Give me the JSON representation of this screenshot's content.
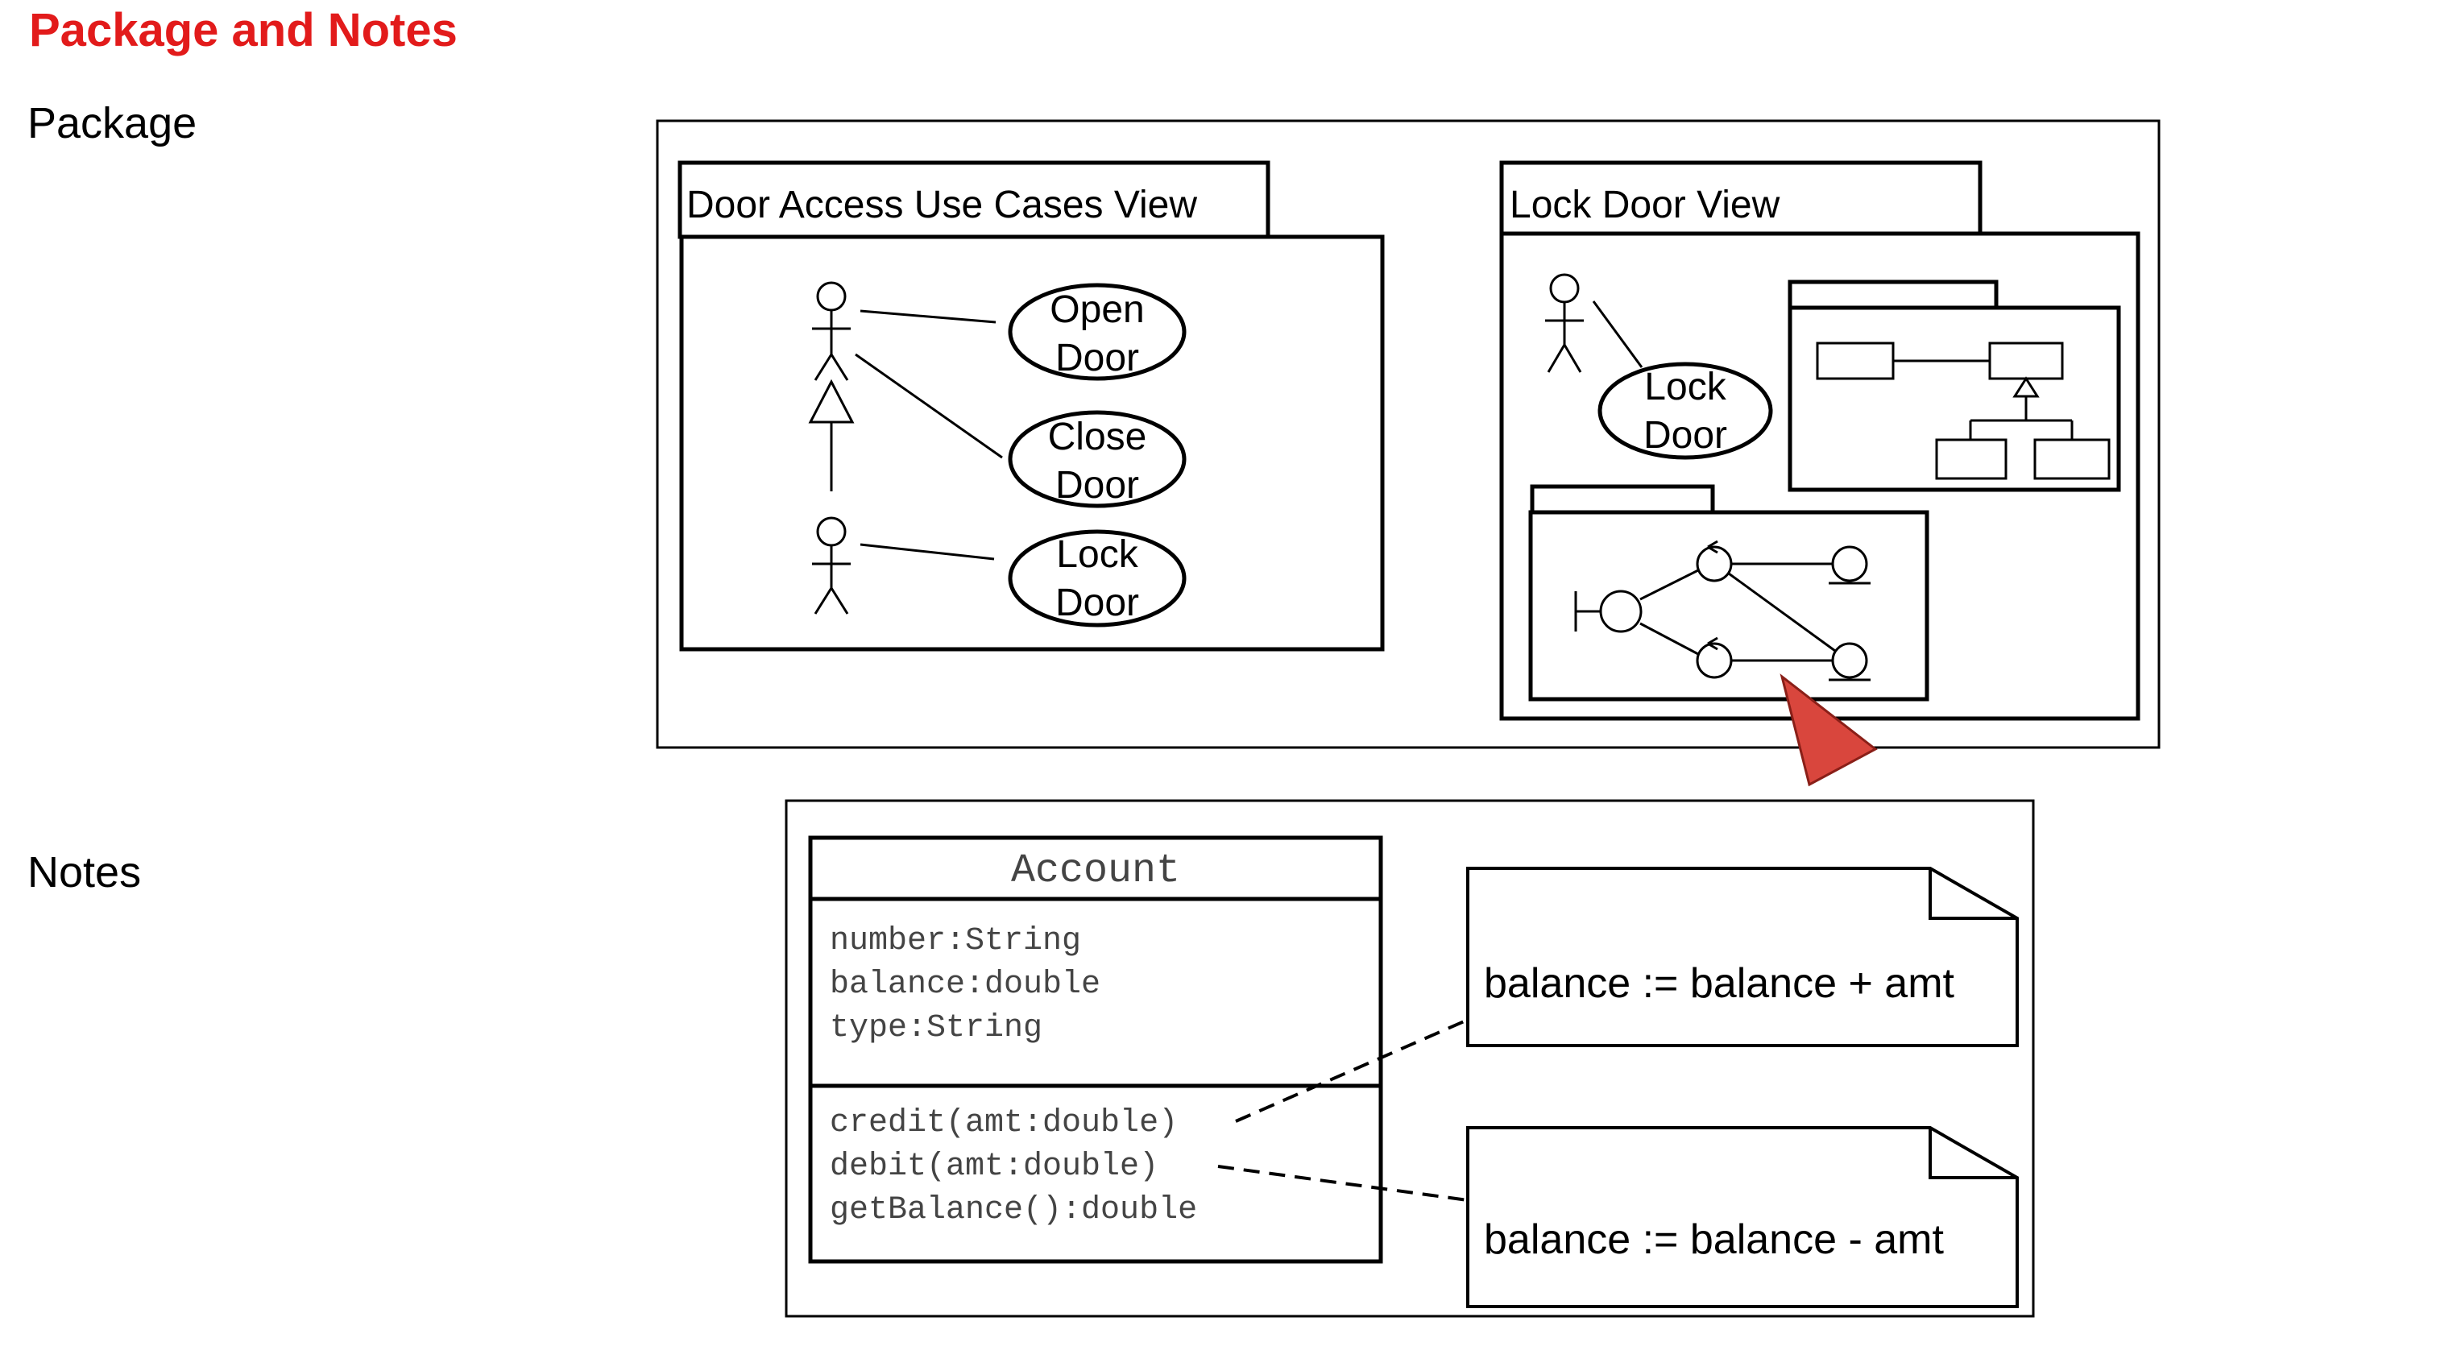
{
  "page": {
    "title": "Package and Notes",
    "title_color": "#e21b1b"
  },
  "sections": {
    "package_label": "Package",
    "notes_label": "Notes"
  },
  "package_diagram": {
    "package_1": {
      "name": "Door Access Use Cases View",
      "use_cases": [
        "Open",
        "Door",
        "Close",
        "Door",
        "Lock",
        "Door"
      ]
    },
    "package_2": {
      "name": "Lock Door View",
      "use_case": [
        "Lock",
        "Door"
      ]
    }
  },
  "notes_diagram": {
    "class": {
      "name": "Account",
      "attributes": [
        "number:String",
        "balance:double",
        "type:String"
      ],
      "operations": [
        "credit(amt:double)",
        "debit(amt:double)",
        "getBalance():double"
      ]
    },
    "notes": [
      "balance := balance + amt",
      "balance := balance - amt"
    ]
  },
  "pointer": {
    "icon": "arrow-cursor-icon",
    "color": "#d9463d"
  }
}
